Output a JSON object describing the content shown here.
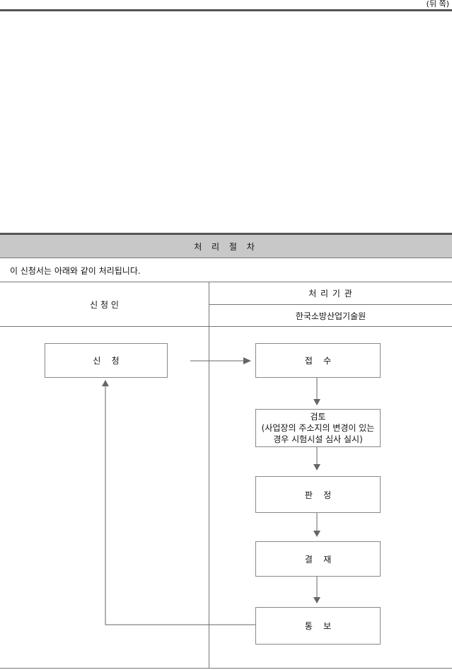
{
  "page_label": "(뒤 쪽)",
  "section": {
    "title": "처 리 절 차",
    "notice": "이 신청서는 아래와 같이 처리됩니다."
  },
  "table": {
    "applicant_header": "신 청 인",
    "agency_header": "처 리 기 관",
    "agency_name": "한국소방산업기술원"
  },
  "flow": {
    "apply": "신    청",
    "receive": "접    수",
    "review_title": "검토",
    "review_line1": "(사업장의 주소지의 변경이 있는",
    "review_line2": "경우 시험시설 심사 실시)",
    "judge": "판    정",
    "approve": "결    재",
    "notify": "통    보"
  },
  "colors": {
    "header_bg": "#c8c8c8",
    "rule": "#555555",
    "arrow": "#666666"
  }
}
